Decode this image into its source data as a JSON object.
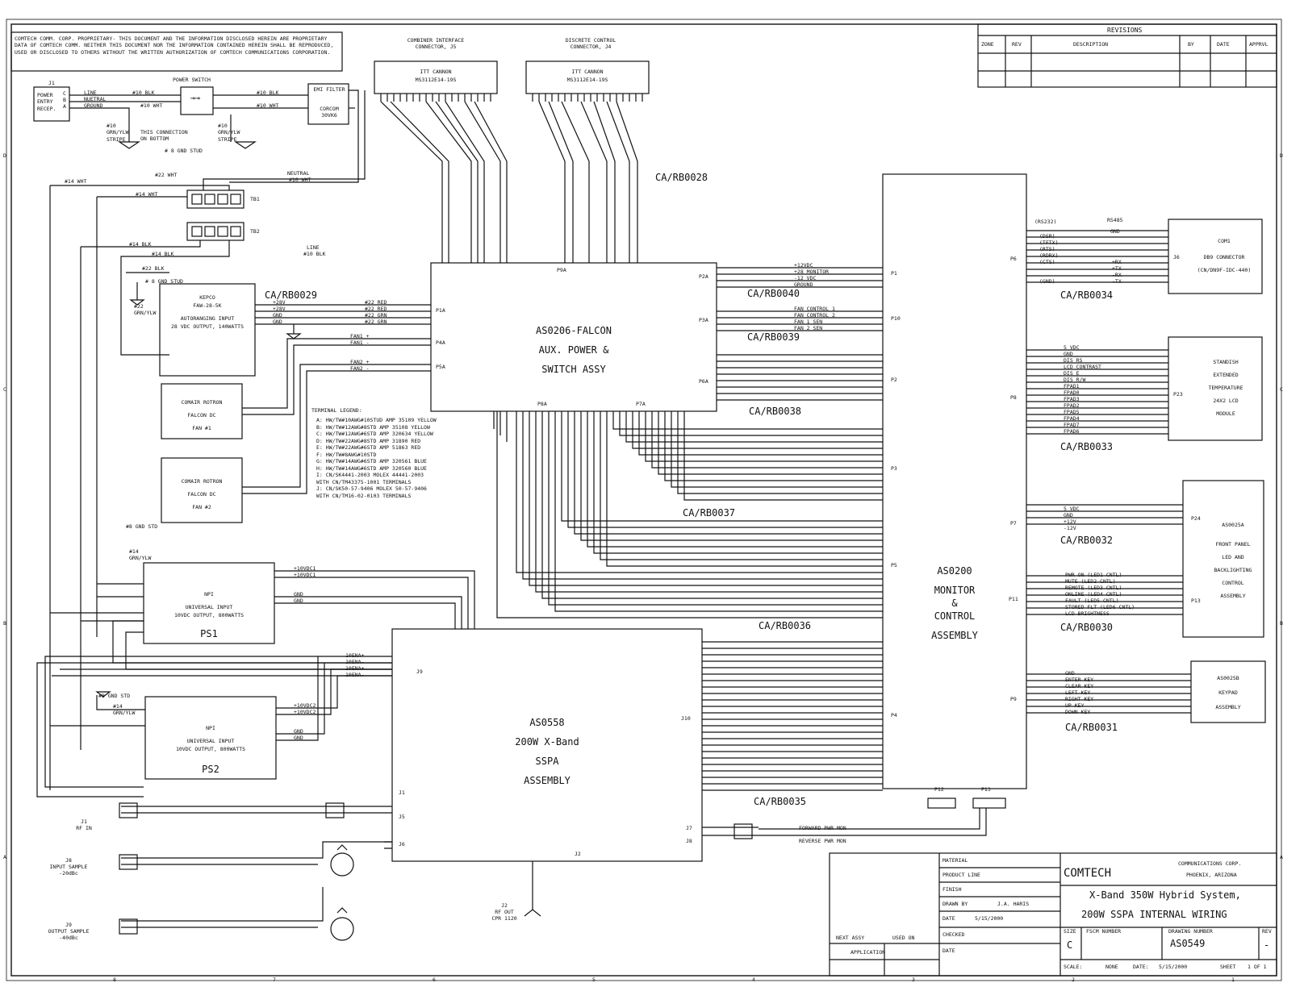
{
  "notice": "COMTECH COMM. CORP. PROPRIETARY- THIS DOCUMENT AND THE INFORMATION DISCLOSED HEREIN ARE PROPRIETARY DATA OF COMTECH COMM. NEITHER THIS DOCUMENT NOR THE INFORMATION CONTAINED HEREIN SHALL BE REPRODUCED, USED OR DISCLOSED TO OTHERS WITHOUT THE WRITTEN AUTHORIZATION OF COMTECH COMMUNICATIONS CORPORATION.",
  "revisions": {
    "title": "REVISIONS",
    "headers": [
      "ZONE",
      "REV",
      "DESCRIPTION",
      "BY",
      "DATE",
      "APPRVL"
    ]
  },
  "connectors": {
    "j5": "COMBINER INTERFACE CONNECTOR, J5",
    "j4": "DISCRETE CONTROL CONNECTOR, J4",
    "cannon": "ITT CANNON",
    "j5_part": "MS3112E14-19S",
    "j4_part": "MS3112E14-19S"
  },
  "power_entry": {
    "j1": "J1",
    "label": "POWER ENTRY RECEP.",
    "pins": [
      "C",
      "B",
      "A"
    ],
    "lines": [
      "LINE",
      "NUETRAL",
      "GROUND"
    ],
    "switch": "POWER SWITCH",
    "emi": "EMI FILTER",
    "corcom": "CORCOM 30VK6",
    "wire_blk": "#10 BLK",
    "wire_wht": "#10 WHT",
    "stripe1": "#10 GRN/YLW STRIPE",
    "stripe2": "#10 GRN/YLW STRIPE",
    "bottom_note": "THIS CONNECTION ON BOTTOM",
    "gnd_stud": "# 8 GND STUD",
    "neutral": "NEUTRAL",
    "line": "LINE",
    "tb1": "TB1",
    "tb2": "TB2"
  },
  "cables": {
    "rb0028": "CA/RB0028",
    "rb0029": "CA/RB0029",
    "rb0040": "CA/RB0040",
    "rb0039": "CA/RB0039",
    "rb0038": "CA/RB0038",
    "rb0037": "CA/RB0037",
    "rb0036": "CA/RB0036",
    "rb0035": "CA/RB0035",
    "rb0034": "CA/RB0034",
    "rb0033": "CA/RB0033",
    "rb0032": "CA/RB0032",
    "rb0030": "CA/RB0030",
    "rb0031": "CA/RB0031"
  },
  "assemblies": {
    "falcon_l1": "AS0206-FALCON",
    "falcon_l2": "AUX. POWER &",
    "falcon_l3": "SWITCH ASSY",
    "mc_l1": "AS0200",
    "mc_l2": "MONITOR",
    "mc_l3": "&",
    "mc_l4": "CONTROL",
    "mc_l5": "ASSEMBLY",
    "sspa_l1": "AS0558",
    "sspa_l2": "200W X-Band",
    "sspa_l3": "SSPA",
    "sspa_l4": "ASSEMBLY",
    "kepco_l1": "KEPCO",
    "kepco_l2": "FAW-28-5K",
    "kepco_l3": "AUTORANGING INPUT",
    "kepco_l4": "28 VDC OUTPUT, 140WATTS",
    "fan1_l1": "COMAIR ROTRON",
    "fan1_l2": "FALCON DC",
    "fan1_l3": "FAN #1",
    "fan2_l1": "COMAIR ROTRON",
    "fan2_l2": "FALCON DC",
    "fan2_l3": "FAN #2",
    "ps1": "PS1",
    "ps2": "PS2",
    "npi": "NPI",
    "universal": "UNIVERSAL INPUT",
    "ps_out": "10VDC OUTPUT, 800WATTS",
    "com1_l1": "COM1",
    "com1_l2": "DB9 CONNECTOR",
    "com1_l3": "(CN/DN9F-IDC-440)",
    "lcd_l1": "STANDISH",
    "lcd_l2": "EXTENDED",
    "lcd_l3": "TEMPERATURE",
    "lcd_l4": "24X2 LCD",
    "lcd_l5": "MODULE",
    "fp_l1": "AS0025A",
    "fp_l2": "FRONT PANEL",
    "fp_l3": "LED AND",
    "fp_l4": "BACKLIGHTING",
    "fp_l5": "CONTROL",
    "fp_l6": "ASSEMBLY",
    "kp_l1": "AS0025B",
    "kp_l2": "KEYPAD",
    "kp_l3": "ASSEMBLY"
  },
  "ports": {
    "p9a": "P9A",
    "p2a": "P2A",
    "p1a": "P1A",
    "p3a": "P3A",
    "p4a": "P4A",
    "p5a": "P5A",
    "p6a": "P6A",
    "p7a": "P7A",
    "p8a": "P8A",
    "p1": "P1",
    "p10": "P10",
    "p2": "P2",
    "p3": "P3",
    "p5": "P5",
    "p4": "P4",
    "p6": "P6",
    "p8": "P8",
    "p7": "P7",
    "p11": "P11",
    "p9": "P9",
    "p12": "P12",
    "p13": "P13",
    "j6": "J6",
    "p23": "P23",
    "p24": "P24",
    "p13b": "P13",
    "j10": "J10",
    "j9": "J9",
    "j1": "J1",
    "j5": "J5",
    "j6b": "J6",
    "j7": "J7",
    "j8": "J8",
    "j2": "J2"
  },
  "signals": {
    "p2a_lines": [
      "+12VDC",
      "+28 MONITOR",
      "-12 VDC",
      "GROUND"
    ],
    "p3a_lines": [
      "FAN CONTROL 1",
      "FAN CONTROL 2",
      "FAN 1 SEN",
      "FAN 2 SEN"
    ],
    "p1a_lines": [
      "+28V",
      "+28V",
      "GND",
      "GND"
    ],
    "p1a_wires": [
      "#22 RED",
      "#22 RED",
      "#22 GRN",
      "#22 GRN"
    ],
    "fan1": [
      "FAN1 +",
      "FAN1 -"
    ],
    "fan2": [
      "FAN2 +",
      "FAN2 -"
    ],
    "rs232": "(RS232)",
    "rs485": "RS485",
    "gnd": "GND",
    "com_lines": [
      "(DSR)",
      "(TFTX)",
      "(RTS)",
      "(RDRX)",
      "(CTS)",
      "",
      "",
      "",
      "(GND)"
    ],
    "com_485": [
      "+RX",
      "+TX",
      "-RX",
      "-TX"
    ],
    "lcd_lines": [
      "5 VDC",
      "GND",
      "DIS RS",
      "LCD CONTRAST",
      "DIS E",
      "DIS R/W",
      "FPAD1",
      "FPAD0",
      "FPAD3",
      "FPAD2",
      "FPAD5",
      "FPAD4",
      "FPAD7",
      "FPAD6"
    ],
    "fp_lines": [
      "5 VDC",
      "GND",
      "+12V",
      "-12V"
    ],
    "led_lines": [
      "PWR ON (LED1 CNTL)",
      "MUTE (LED2 CNTL)",
      "REMOTE (LED3 CNTL)",
      "ONLINE (LED4 CNTL)",
      "FAULT (LED5 CNTL)",
      "STORED FLT (LED6 CNTL)",
      "LCD BRIGHTNESS"
    ],
    "key_lines": [
      "GND",
      "ENTER KEY",
      "CLEAR KEY",
      "LEFT KEY",
      "RIGHT KEY",
      "UP KEY",
      "DOWN KEY"
    ],
    "ps1_out": [
      "+10VDC1",
      "+10VDC1",
      "GND",
      "GND"
    ],
    "ps2_out": [
      "+10VDC2",
      "+10VDC2",
      "GND",
      "GND"
    ],
    "tena": [
      "10ENA+",
      "10ENA-",
      "10ENA+",
      "10ENA-"
    ],
    "fwd": "FORWARD PWR MON",
    "rev": "REVERSE PWR MON"
  },
  "legend": {
    "title": "TERMINAL LEGEND:",
    "items": [
      "A:   HW/TW#10AWG#10STUD   AMP 35109 YELLOW",
      "B:   HW/TW#12AWG#8STD    AMP 35108 YELLOW",
      "C:   HW/TW#12AWG#6STD    AMP 320634 YELLOW",
      "D:   HW/TW#22AWG#8STD    AMP 31890 RED",
      "E:   HW/TW#22AWG#6STD    AMP 51863 RED",
      "F:   HW/TW#8AWG#10STD",
      "G:   HW/TW#14AWG#6STD    AMP 320561 BLUE",
      "H:   HW/TW#14AWG#6STD    AMP 320560 BLUE",
      "I:   CN/SK4441-2003  MOLEX 44441-2003",
      "      WITH CN/TM43375-1001 TERMINALS",
      "J:   CN/SK50-57-9406  MOLEX 50-57-9406",
      "      WITH CN/TM16-02-0103 TERMINALS"
    ]
  },
  "rf": {
    "j1": "J1",
    "j1_sub": "RF IN",
    "j8": "J8",
    "j8_sub1": "INPUT SAMPLE",
    "j8_sub2": "-20dBc",
    "j9": "J9",
    "j9_sub1": "OUTPUT SAMPLE",
    "j9_sub2": "-40dBc",
    "j2": "J2",
    "j2_sub1": "RF OUT",
    "j2_sub2": "CPR 1120"
  },
  "ground_labels": {
    "g1": "# 8 GND STUD",
    "g2": "#8 GND STD",
    "g3": "#8 GND STD",
    "w14a": "#14 GRN/YLW",
    "w14b": "#14 GRN/YLW",
    "w22": "#22 GRN/YLW",
    "w14wht": "#14 WHT",
    "w22wht": "#22 WHT",
    "w14wht2": "#14 WHT",
    "w14blk": "#14 BLK",
    "w14blk2": "#14 BLK",
    "w22blk": "#22 BLK",
    "w10wht": "#10 WHT",
    "w10blk": "#10 BLK"
  },
  "title_block": {
    "company": "COMTECH",
    "corp": "COMMUNICATIONS CORP.",
    "city": "PHOENIX, ARIZONA",
    "title1": "X-Band 350W Hybrid System,",
    "title2": "200W SSPA INTERNAL WIRING",
    "material": "MATERIAL",
    "product_line": "PRODUCT LINE",
    "finish": "FINISH",
    "drawn_by": "DRAWN BY",
    "drawn_by_val": "J.A. HARIS",
    "date": "DATE",
    "date_val": "5/15/2000",
    "checked": "CHECKED",
    "date2": "DATE",
    "next_assy": "NEXT ASSY",
    "used_on": "USED ON",
    "application": "APPLICATION",
    "size": "SIZE",
    "size_val": "C",
    "fscm": "FSCM NUMBER",
    "drawing_number": "DRAWING NUMBER",
    "drawing_val": "AS0549",
    "rev": "REV",
    "rev_val": "-",
    "scale": "SCALE:",
    "scale_val": "NONE",
    "date3": "DATE:",
    "date3_val": "5/15/2000",
    "sheet": "SHEET",
    "sheet_val": "1 OF 1"
  },
  "border": {
    "cols": [
      "8",
      "7",
      "6",
      "5",
      "4",
      "3",
      "2",
      "1"
    ],
    "rows": [
      "D",
      "C",
      "B",
      "A"
    ]
  }
}
